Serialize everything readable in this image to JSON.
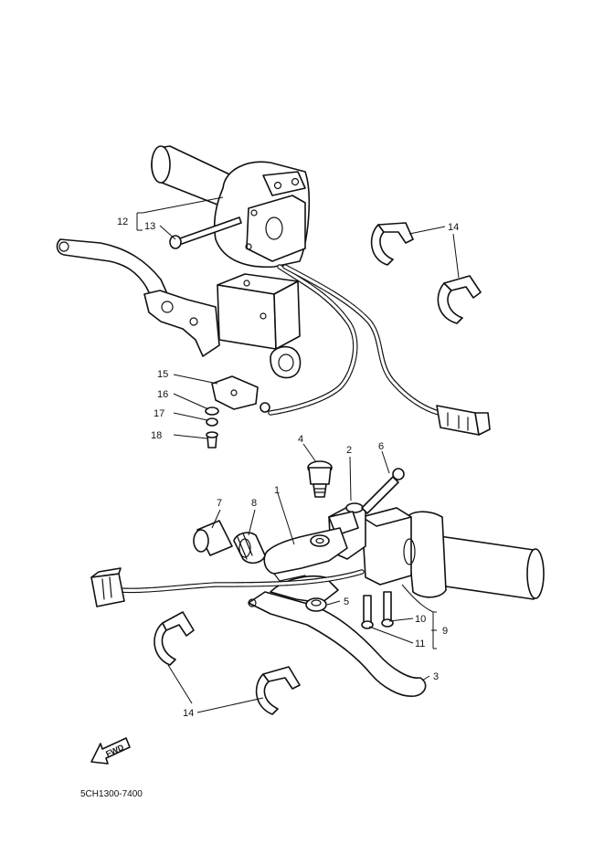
{
  "diagram": {
    "callouts": [
      "1",
      "2",
      "3",
      "4",
      "5",
      "6",
      "7",
      "8",
      "9",
      "10",
      "11",
      "12",
      "13",
      "14",
      "15",
      "16",
      "17",
      "18"
    ],
    "callout_14_second": "14",
    "fwd_label": "FWD",
    "part_code": "5CH1300-7400"
  }
}
